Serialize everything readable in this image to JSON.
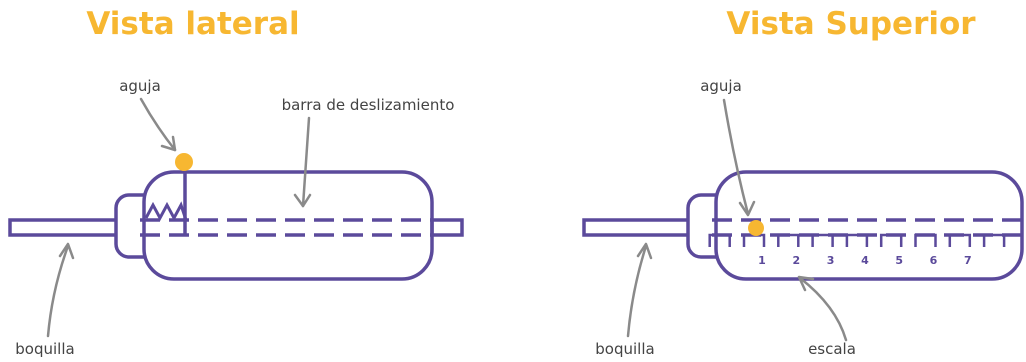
{
  "colors": {
    "title": "#F7B731",
    "outline": "#5B4A9B",
    "needle_dot": "#F7B731",
    "annotation": "#444444",
    "arrow": "#8A8A8A",
    "background": "#FFFFFF"
  },
  "side_view": {
    "title": "Vista lateral",
    "labels": {
      "needle": "aguja",
      "slide_bar": "barra de deslizamiento",
      "mouthpiece": "boquilla"
    }
  },
  "top_view": {
    "title": "Vista Superior",
    "labels": {
      "needle": "aguja",
      "mouthpiece": "boquilla",
      "scale": "escala"
    },
    "scale_numbers": [
      "1",
      "2",
      "3",
      "4",
      "5",
      "6",
      "7"
    ]
  }
}
